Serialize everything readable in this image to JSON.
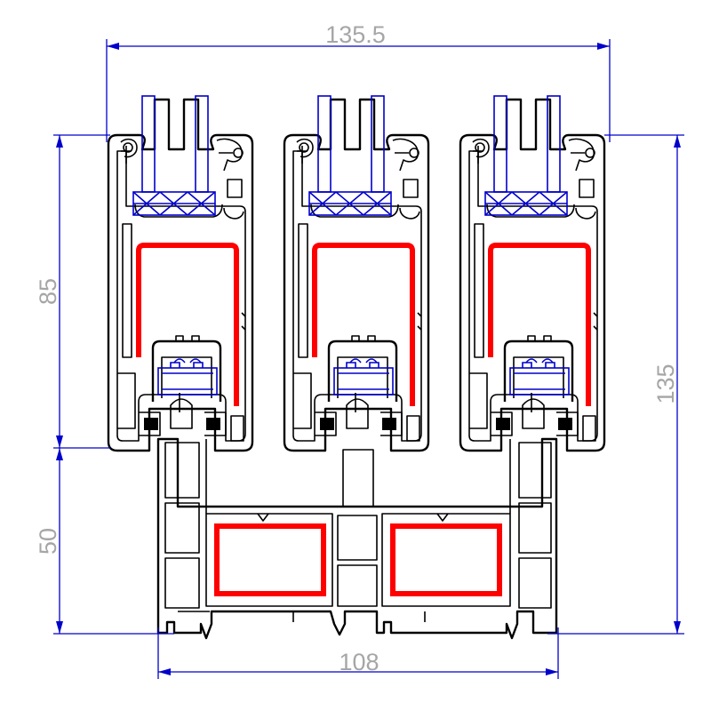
{
  "dimensions": {
    "top_width": "135.5",
    "left_upper_height": "85",
    "left_lower_height": "50",
    "right_height": "135",
    "bottom_width": "108"
  },
  "colors": {
    "dimension_lines": "#0000cc",
    "dimension_text": "#a6a6a6",
    "profile_outline": "#000000",
    "steel_reinforcement": "#ff0000",
    "glazing": "#0000cc"
  }
}
